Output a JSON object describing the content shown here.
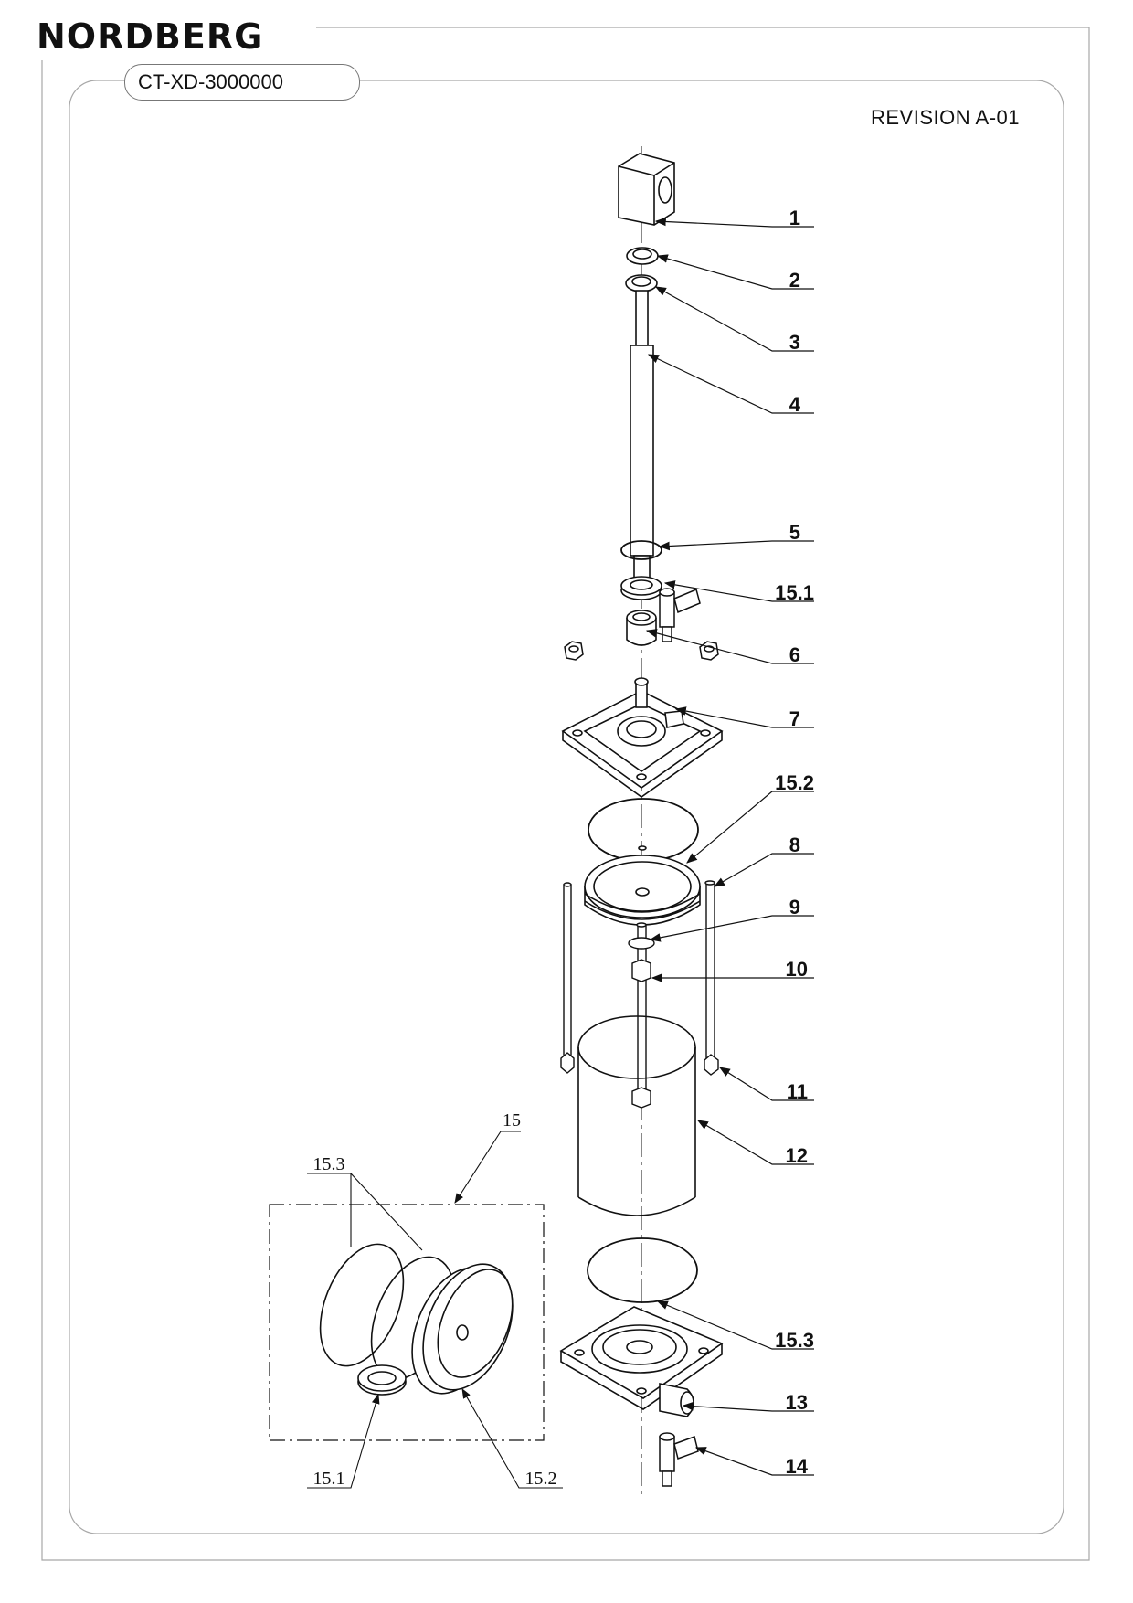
{
  "brand": "NORDBERG",
  "document_number": "CT-XD-3000000",
  "revision": "REVISION A-01",
  "callouts": [
    "1",
    "2",
    "3",
    "4",
    "5",
    "15.1",
    "6",
    "7",
    "15.2",
    "8",
    "9",
    "10",
    "11",
    "12",
    "15.3",
    "13",
    "14"
  ],
  "kit": {
    "label": "15",
    "parts": [
      "15.3",
      "15.1",
      "15.2"
    ]
  },
  "colors": {
    "line": "#111111",
    "frame": "#999999",
    "background": "#ffffff"
  }
}
